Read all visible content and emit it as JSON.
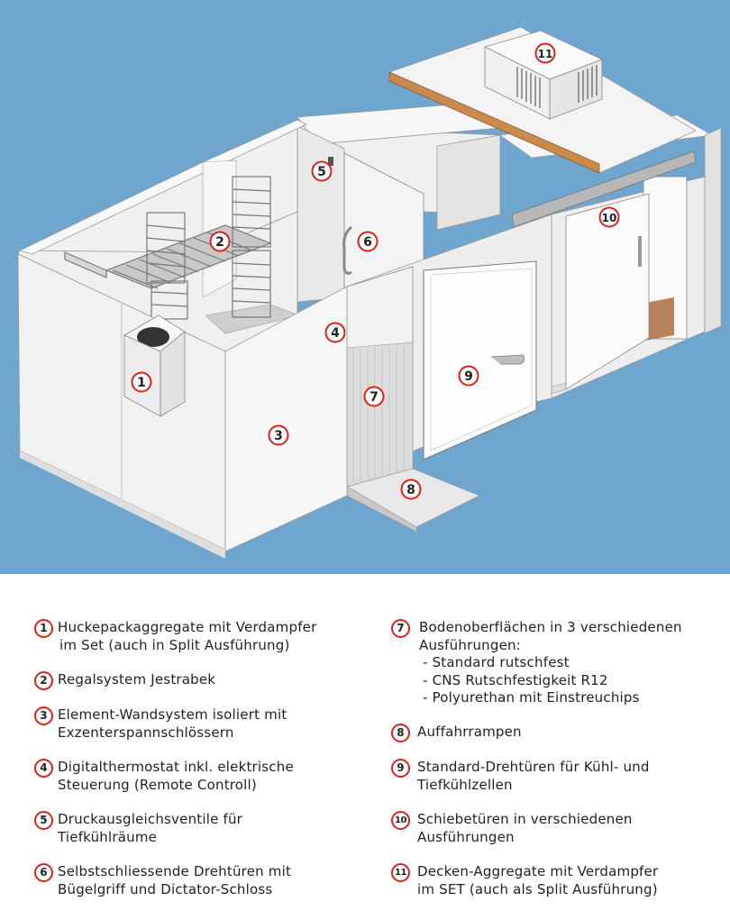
{
  "callouts": [
    "1",
    "2",
    "3",
    "4",
    "5",
    "6",
    "7",
    "8",
    "9",
    "10",
    "11"
  ],
  "legend": [
    {
      "num": "1",
      "lines": [
        "Huckepackaggregate mit Verdampfer",
        "im Set  (auch in Split Ausführung)"
      ]
    },
    {
      "num": "2",
      "lines": [
        "Regalsystem Jestrabek"
      ]
    },
    {
      "num": "3",
      "lines": [
        "Element-Wandsystem  isoliert mit",
        "Exzenterspannschlössern"
      ]
    },
    {
      "num": "4",
      "lines": [
        "Digitalthermostat inkl. elektrische",
        "Steuerung  (Remote Controll)"
      ]
    },
    {
      "num": "5",
      "lines": [
        "Druckausgleichsventile für",
        "Tiefkühlräume"
      ]
    },
    {
      "num": "6",
      "lines": [
        "Selbstschliessende Drehtüren mit",
        "Bügelgriff und Dictator-Schloss"
      ]
    },
    {
      "num": "7",
      "lines": [
        "Bodenoberflächen in 3 verschiedenen",
        "Ausführungen:"
      ],
      "subitems": [
        "- Standard rutschfest",
        "- CNS Rutschfestigkeit R12",
        "- Polyurethan mit Einstreuchips"
      ]
    },
    {
      "num": "8",
      "lines": [
        "Auffahrrampen"
      ]
    },
    {
      "num": "9",
      "lines": [
        "Standard-Drehtüren für Kühl- und",
        "Tiefkühlzellen"
      ]
    },
    {
      "num": "10",
      "lines": [
        "Schiebetüren in verschiedenen",
        "Ausführungen"
      ]
    },
    {
      "num": "11",
      "lines": [
        "Decken-Aggregate mit Verdampfer",
        "im SET  (auch als Split Ausführung)"
      ]
    }
  ],
  "colors": {
    "background_blue": "#6fa6cf",
    "callout_red": "#d9221c",
    "panel_white": "#f4f4f4",
    "wood": "#c98a4b"
  }
}
